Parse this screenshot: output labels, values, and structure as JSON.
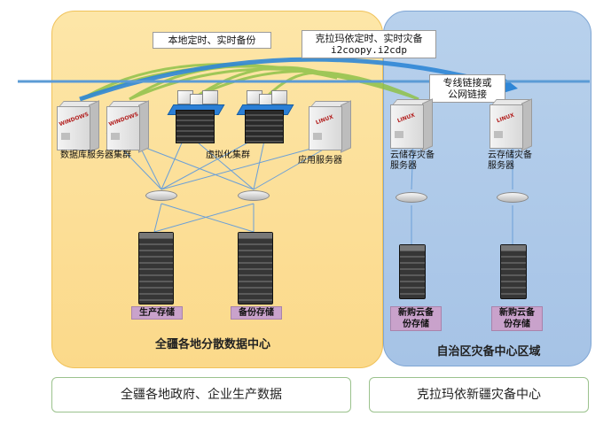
{
  "callouts": {
    "local_backup": "本地定时、实时备份",
    "remote_title": "克拉玛依定时、实时灾备",
    "remote_product": "i2coopy.i2cdp",
    "link_type_line1": "专线链接或",
    "link_type_line2": "公网链接"
  },
  "left_zone": {
    "title": "全疆各地分散数据中心",
    "db_cluster_label": "数据库服务器集群",
    "virtualization_label": "虚拟化集群",
    "app_server_label": "应用服务器",
    "server_badges": [
      "WINDOWS",
      "WINDOWS",
      "LINUX"
    ],
    "storage_labels": [
      "生产存储",
      "备份存储"
    ]
  },
  "right_zone": {
    "title": "自治区灾备中心区域",
    "server_labels": [
      [
        "云储存灾备",
        "服务器"
      ],
      [
        "云存储灾备",
        "服务器"
      ]
    ],
    "server_badges": [
      "LINUX",
      "LINUX"
    ],
    "storage_labels": [
      [
        "新购云备",
        "份存储"
      ],
      [
        "新购云备",
        "份存储"
      ]
    ]
  },
  "footer": {
    "left": "全疆各地政府、企业生产数据",
    "right": "克拉玛依新疆灾备中心"
  },
  "colors": {
    "left_zone": "#fbd98a",
    "right_zone": "#a6c3e6",
    "network_line": "#5b9bd5",
    "replication_arc": "#8fc24a",
    "remote_arc": "#2f86d6",
    "storage_label": "#c9a2cb",
    "footer_border": "#9bc28d"
  }
}
